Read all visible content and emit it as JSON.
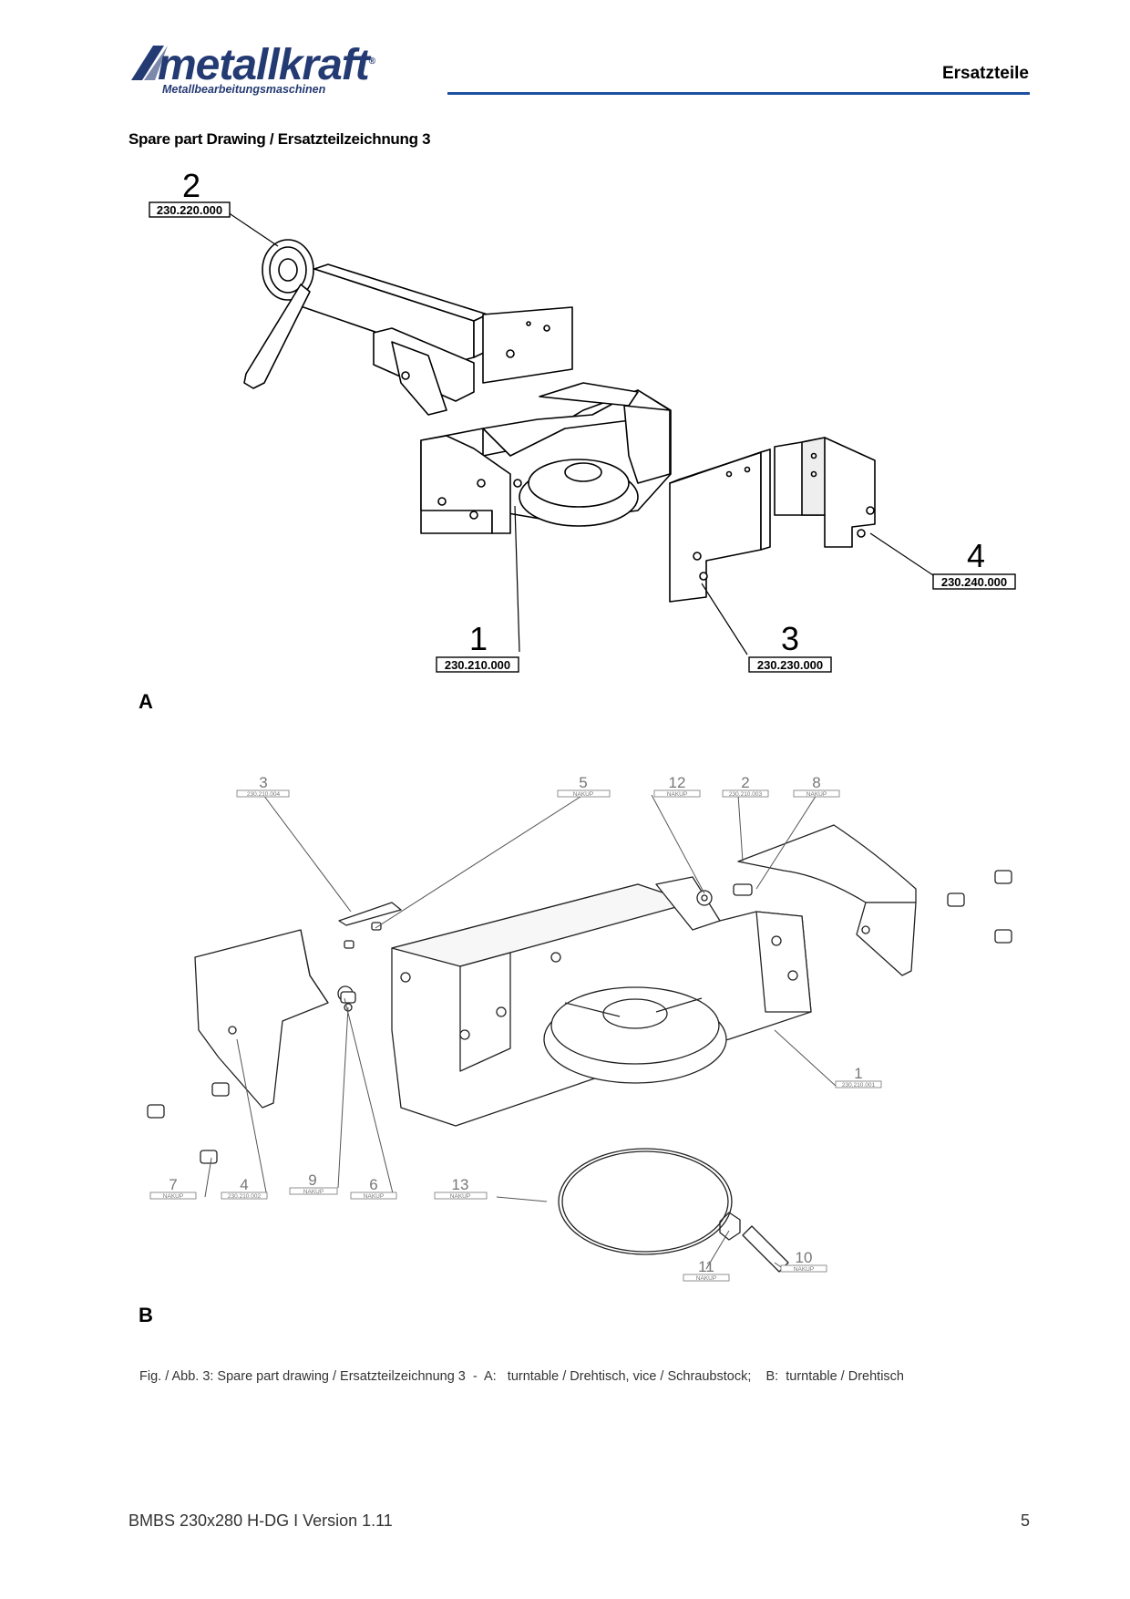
{
  "header": {
    "logo_word": "metallkraft",
    "logo_registered": "®",
    "logo_subtitle": "Metallbearbeitungsmaschinen",
    "title": "Ersatzteile"
  },
  "section_heading": "Spare part Drawing / Ersatzteilzeichnung 3",
  "drawing_a": {
    "label": "A",
    "callouts": [
      {
        "number": "2",
        "part_no": "230.220.000"
      },
      {
        "number": "1",
        "part_no": "230.210.000"
      },
      {
        "number": "3",
        "part_no": "230.230.000"
      },
      {
        "number": "4",
        "part_no": "230.240.000"
      }
    ]
  },
  "drawing_b": {
    "label": "B",
    "callouts": [
      {
        "number": "3",
        "part_no": "230.210.004"
      },
      {
        "number": "5",
        "part_no": "NAKUP"
      },
      {
        "number": "12",
        "part_no": "NAKUP"
      },
      {
        "number": "2",
        "part_no": "230.210.003"
      },
      {
        "number": "8",
        "part_no": "NAKUP"
      },
      {
        "number": "1",
        "part_no": "230.210.001"
      },
      {
        "number": "7",
        "part_no": "NAKUP"
      },
      {
        "number": "4",
        "part_no": "230.210.002"
      },
      {
        "number": "9",
        "part_no": "NAKUP"
      },
      {
        "number": "6",
        "part_no": "NAKUP"
      },
      {
        "number": "13",
        "part_no": "NAKUP"
      },
      {
        "number": "11",
        "part_no": "NAKUP"
      },
      {
        "number": "10",
        "part_no": "NAKUP"
      }
    ]
  },
  "caption": "Fig. / Abb. 3: Spare part drawing / Ersatzteilzeichnung 3  -  A:   turntable / Drehtisch, vice / Schraubstock;    B:  turntable / Drehtisch",
  "footer": {
    "document": "BMBS 230x280 H-DG I Version 1.11",
    "page": "5"
  }
}
